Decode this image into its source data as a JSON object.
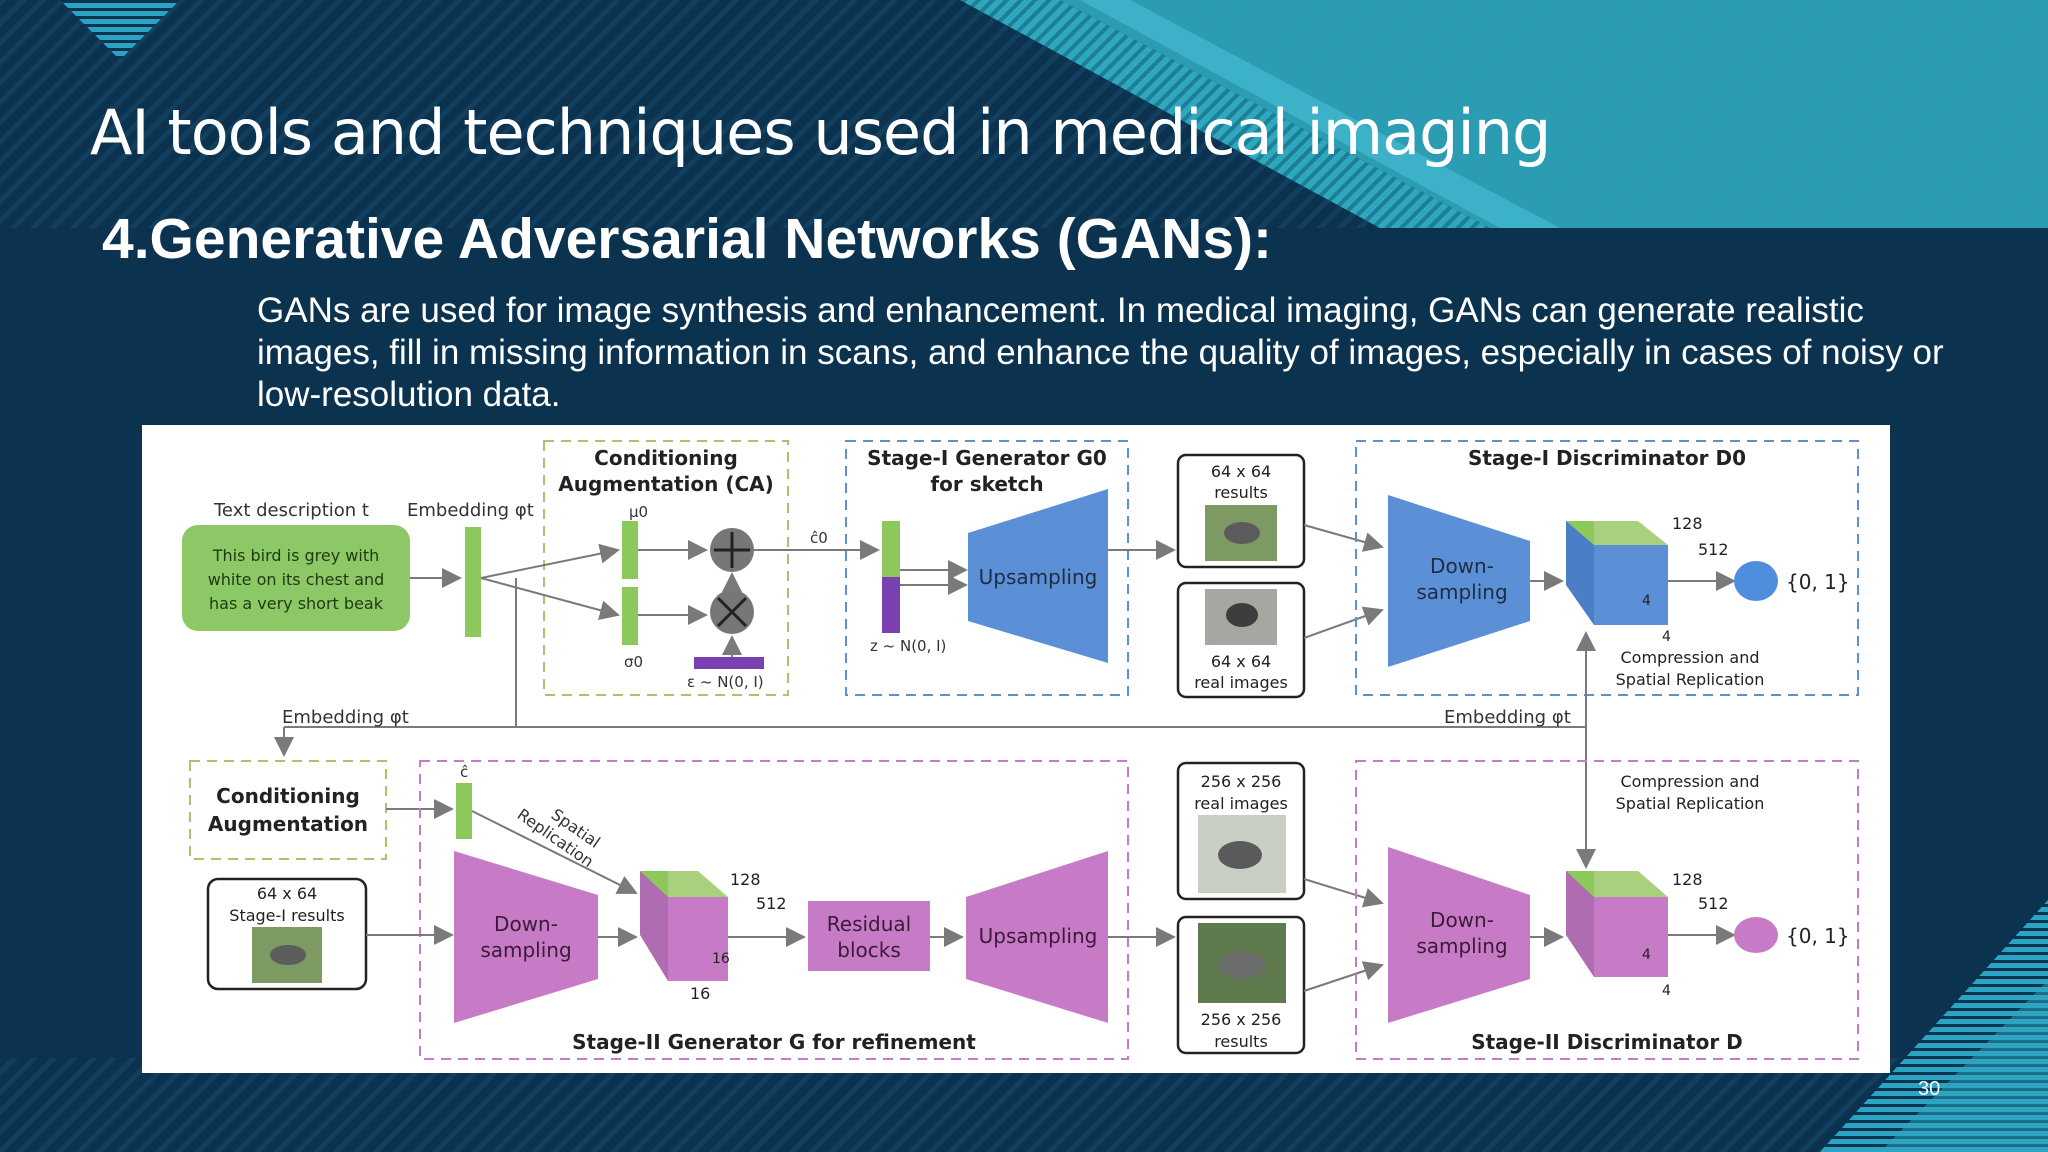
{
  "slide": {
    "title": "AI tools and techniques used in medical imaging",
    "heading": "4.Generative Adversarial Networks (GANs):",
    "body": "GANs are used for image synthesis and enhancement. In medical imaging, GANs can generate realistic images, fill in missing information in scans, and enhance the quality of images, especially in cases of noisy or low-resolution data.",
    "page_number": "30"
  },
  "colors": {
    "background": "#0b3350",
    "accent_teal": "#2fa7bd",
    "stage1_blue": "#5b8fd6",
    "stage2_pink": "#c77bc6",
    "embed_green": "#8dc95a",
    "text_green_box": "#8cc966"
  },
  "diagram": {
    "text_description_label": "Text description t",
    "text_description": [
      "This bird is grey with",
      "white on its chest and",
      "has a very short beak"
    ],
    "embedding_label_top": "Embedding φt",
    "embedding_label_left": "Embedding φt",
    "embedding_label_right": "Embedding φt",
    "ca_title": [
      "Conditioning",
      "Augmentation (CA)"
    ],
    "mu": "μ0",
    "sigma": "σ0",
    "epsilon": "ε ~ N(0, I)",
    "c0": "ĉ0",
    "z": "z ~ N(0, I)",
    "stage1_gen_title": [
      "Stage-I Generator G0",
      "for sketch"
    ],
    "upsampling": "Upsampling",
    "results_64": [
      "64 x 64",
      "results"
    ],
    "real_64": [
      "64 x 64",
      "real images"
    ],
    "stage1_disc_title": "Stage-I Discriminator D0",
    "down": "Down-",
    "sampling": "sampling",
    "dim_128": "128",
    "dim_512": "512",
    "dim_4": "4",
    "dim_16": "16",
    "output": "{0, 1}",
    "compression": [
      "Compression and",
      "Spatial Replication"
    ],
    "ca2_title": [
      "Conditioning",
      "Augmentation"
    ],
    "c_hat": "ĉ",
    "spatial": "Spatial",
    "replication": "Replication",
    "stage1_results": [
      "64 x 64",
      "Stage-I results"
    ],
    "residual": [
      "Residual",
      "blocks"
    ],
    "real_256": [
      "256 x 256",
      "real images"
    ],
    "results_256": [
      "256 x 256",
      "results"
    ],
    "stage2_gen_title": "Stage-II Generator G for refinement",
    "stage2_disc_title": "Stage-II Discriminator D"
  }
}
